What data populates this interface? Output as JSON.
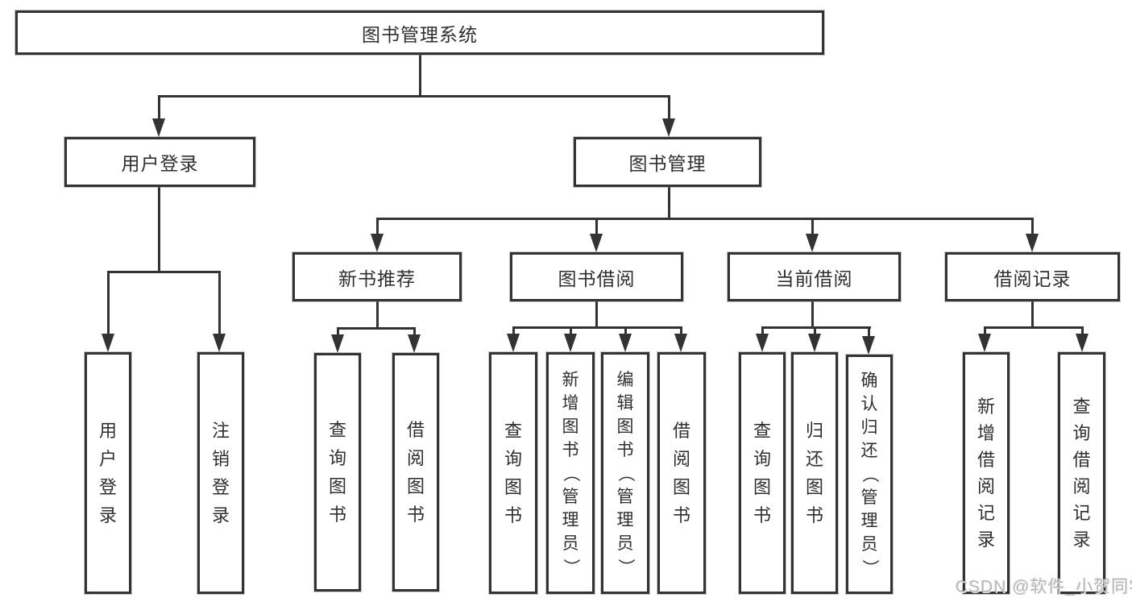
{
  "colors": {
    "background": "#ffffff",
    "line": "#333333",
    "text": "#2f2f2f",
    "box_fill": "#ffffff",
    "watermark": "#b9b9b9"
  },
  "watermark": {
    "text": "CSDN @软件_小贺同学"
  },
  "tree": {
    "root": {
      "label": "图书管理系统"
    },
    "branches": {
      "user_login": {
        "label": "用户登录",
        "children": [
          "用户登录",
          "注销登录"
        ]
      },
      "book_management": {
        "label": "图书管理",
        "sections": [
          {
            "label": "新书推荐",
            "children": [
              "查询图书",
              "借阅图书"
            ]
          },
          {
            "label": "图书借阅",
            "children": [
              "查询图书",
              "新增图书（管理员）",
              "编辑图书（管理员）",
              "借阅图书"
            ]
          },
          {
            "label": "当前借阅",
            "children": [
              "查询图书",
              "归还图书",
              "确认归还（管理员）"
            ]
          },
          {
            "label": "借阅记录",
            "children": [
              "新增借阅记录",
              "查询借阅记录"
            ]
          }
        ]
      }
    }
  }
}
